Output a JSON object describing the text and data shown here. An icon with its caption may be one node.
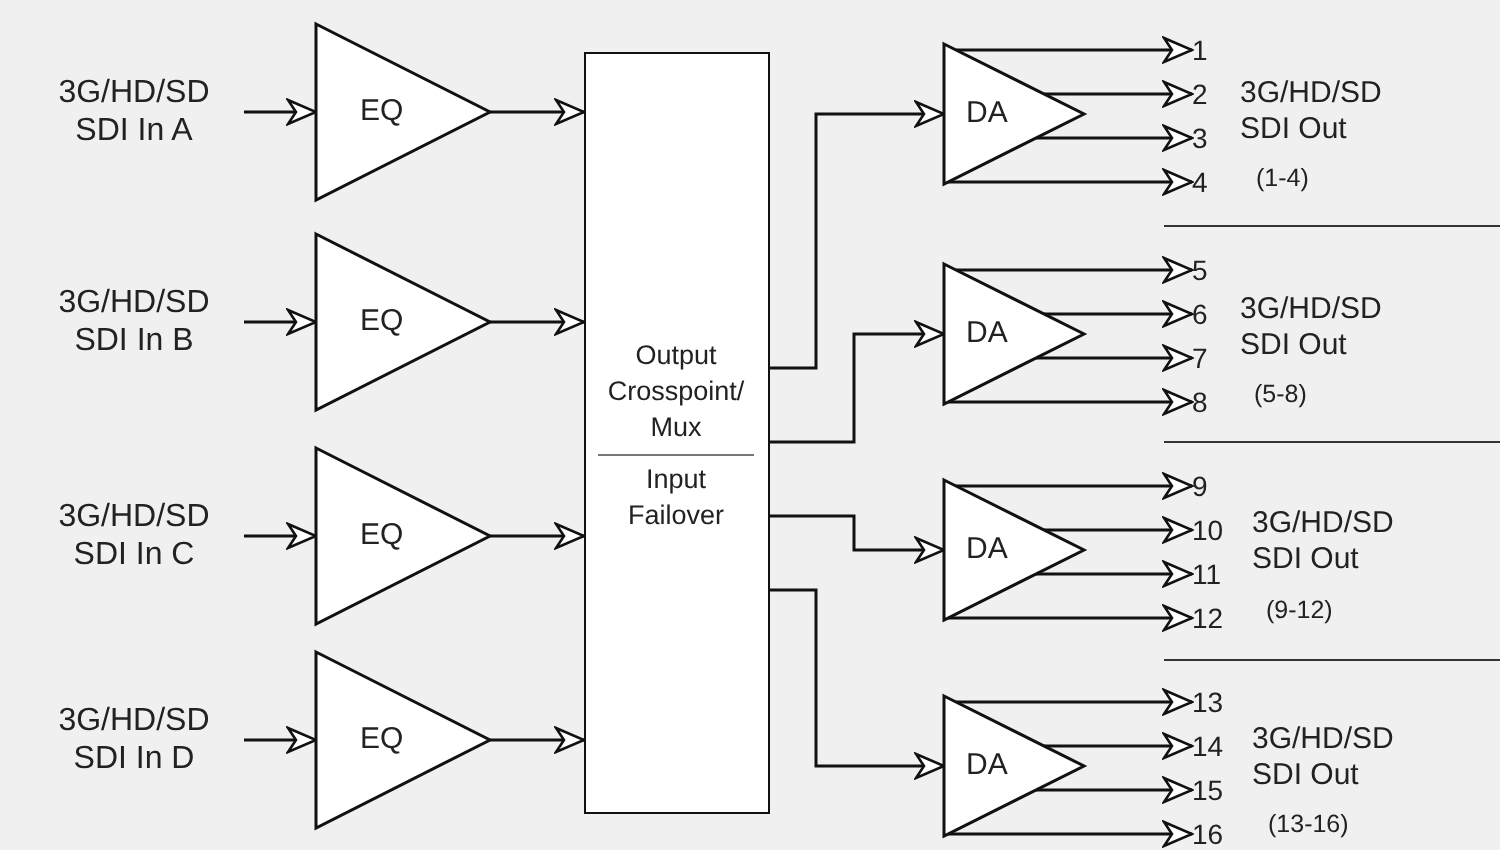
{
  "diagram": {
    "nodes": [
      {
        "text": [
          "3G/HD/SD SDI In A"
        ]
      },
      {
        "text": [
          "3G/HD/SD SDI In B"
        ]
      },
      {
        "text": [
          "3G/HD/SD SDI In C"
        ]
      },
      {
        "text": [
          "3G/HD/SD SDI In D"
        ]
      },
      {
        "text": [
          "EQ"
        ]
      },
      {
        "text": [
          "EQ"
        ]
      },
      {
        "text": [
          "EQ"
        ]
      },
      {
        "text": [
          "EQ"
        ]
      },
      {
        "text": [
          "Output Crosspoint/ Mux",
          "Input Failover"
        ]
      },
      {
        "text": [
          "DA"
        ]
      },
      {
        "text": [
          "DA"
        ]
      },
      {
        "text": [
          "DA"
        ]
      },
      {
        "text": [
          "DA"
        ]
      },
      {
        "text": [
          "1"
        ]
      },
      {
        "text": [
          "2"
        ]
      },
      {
        "text": [
          "3"
        ]
      },
      {
        "text": [
          "4"
        ]
      },
      {
        "text": [
          "5"
        ]
      },
      {
        "text": [
          "6"
        ]
      },
      {
        "text": [
          "7"
        ]
      },
      {
        "text": [
          "8"
        ]
      },
      {
        "text": [
          "9"
        ]
      },
      {
        "text": [
          "10"
        ]
      },
      {
        "text": [
          "11"
        ]
      },
      {
        "text": [
          "12"
        ]
      },
      {
        "text": [
          "13"
        ]
      },
      {
        "text": [
          "14"
        ]
      },
      {
        "text": [
          "15"
        ]
      },
      {
        "text": [
          "16"
        ]
      }
    ],
    "edges": [
      {
        "from": 0,
        "to": 4,
        "arrow": "to"
      },
      {
        "from": 1,
        "to": 5,
        "arrow": "to"
      },
      {
        "from": 2,
        "to": 6,
        "arrow": "to"
      },
      {
        "from": 3,
        "to": 7,
        "arrow": "to"
      },
      {
        "from": 4,
        "to": 8,
        "arrow": "to"
      },
      {
        "from": 5,
        "to": 8,
        "arrow": "to"
      },
      {
        "from": 6,
        "to": 8,
        "arrow": "to"
      },
      {
        "from": 7,
        "to": 8,
        "arrow": "to"
      },
      {
        "from": 8,
        "to": 9,
        "arrow": "to"
      },
      {
        "from": 8,
        "to": 10,
        "arrow": "to"
      },
      {
        "from": 8,
        "to": 11,
        "arrow": "to"
      },
      {
        "from": 8,
        "to": 12,
        "arrow": "to"
      },
      {
        "from": 9,
        "to": 13,
        "arrow": "to"
      },
      {
        "from": 9,
        "to": 14,
        "arrow": "to"
      },
      {
        "from": 9,
        "to": 15,
        "arrow": "to"
      },
      {
        "from": 9,
        "to": 16,
        "arrow": "to"
      },
      {
        "from": 10,
        "to": 17,
        "arrow": "to"
      },
      {
        "from": 10,
        "to": 18,
        "arrow": "to"
      },
      {
        "from": 10,
        "to": 19,
        "arrow": "to"
      },
      {
        "from": 10,
        "to": 20,
        "arrow": "to"
      },
      {
        "from": 11,
        "to": 21,
        "arrow": "to"
      },
      {
        "from": 11,
        "to": 22,
        "arrow": "to"
      },
      {
        "from": 11,
        "to": 23,
        "arrow": "to"
      },
      {
        "from": 11,
        "to": 24,
        "arrow": "to"
      },
      {
        "from": 12,
        "to": 25,
        "arrow": "to"
      },
      {
        "from": 12,
        "to": 26,
        "arrow": "to"
      },
      {
        "from": 12,
        "to": 27,
        "arrow": "to"
      },
      {
        "from": 12,
        "to": 28,
        "arrow": "to"
      }
    ],
    "labels": [
      "3G/HD/SD SDI Out",
      "(1-4)",
      "3G/HD/SD SDI Out",
      "(5-8)",
      "3G/HD/SD SDI Out",
      "(9-12)",
      "3G/HD/SD SDI Out",
      "(13-16)"
    ]
  }
}
